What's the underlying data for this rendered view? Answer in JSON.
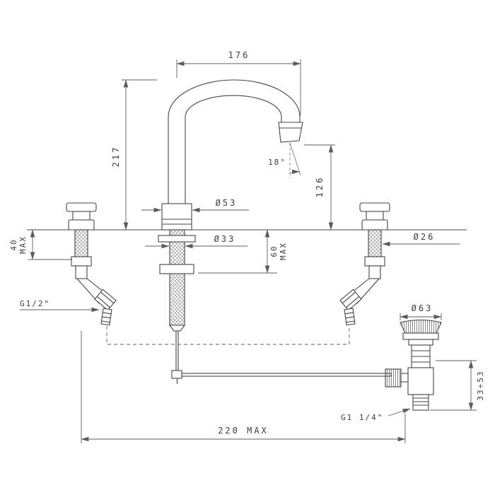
{
  "page": {
    "title": "Three-hole basin mixer with pop-up waste — dimensional drawing",
    "background": "#ffffff"
  },
  "drawing": {
    "object_line_color": "#454545",
    "dimension_line_color": "#5c5c5c",
    "text_color": "#3d3d3d"
  },
  "dimensions": {
    "spout_reach": "176",
    "spout_height": "217",
    "outlet_height": "126",
    "spray_angle": "18°",
    "spout_base_diameter": "Ø53",
    "spout_hole_diameter": "Ø33",
    "valve_hole_diameter": "Ø26",
    "valve_deck_max_value": "40",
    "valve_deck_max_unit": "MAX",
    "spout_deck_max_value": "60",
    "spout_deck_max_unit": "MAX",
    "valve_thread": "G1/2\"",
    "waste_cap_diameter": "Ø63",
    "waste_adjust_range": "33÷53",
    "waste_thread": "G1 1/4\"",
    "hole_span": "220 MAX"
  }
}
